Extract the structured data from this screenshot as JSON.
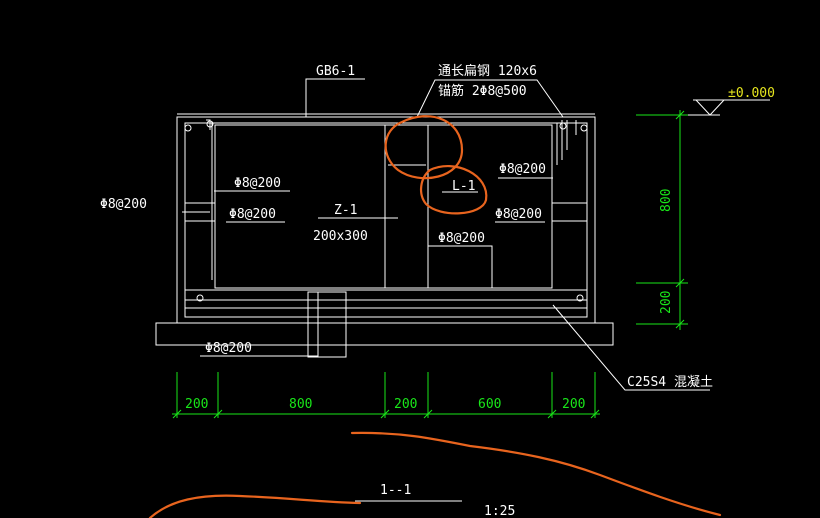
{
  "labels": {
    "beam_top": "GB6-1",
    "flat_steel_1": "通长扁钢 120x6",
    "flat_steel_2": "锚筋 2Φ8@500",
    "elev": "±0.000",
    "rebar_left_1": "Φ8@200",
    "rebar_left_2": "Φ8@200",
    "rebar_left_outer": "Φ8@200",
    "column_name": "Z-1",
    "column_size": "200x300",
    "rebar_right_1": "Φ8@200",
    "rebar_right_2": "Φ8@200",
    "rebar_center": "Φ8@200",
    "beam_l1": "L-1",
    "rebar_bottom": "Φ8@200",
    "concrete": "C25S4 混凝土",
    "section_title": "1--1",
    "section_scale": "1:25"
  },
  "dimensions": {
    "horizontal": [
      "200",
      "800",
      "200",
      "600",
      "200"
    ],
    "vertical": [
      "800",
      "200"
    ]
  },
  "colors": {
    "background": "#000000",
    "lines": "#ffffff",
    "dimensions": "#19e619",
    "elevation": "#e6e61e",
    "markup": "#e8641e"
  }
}
